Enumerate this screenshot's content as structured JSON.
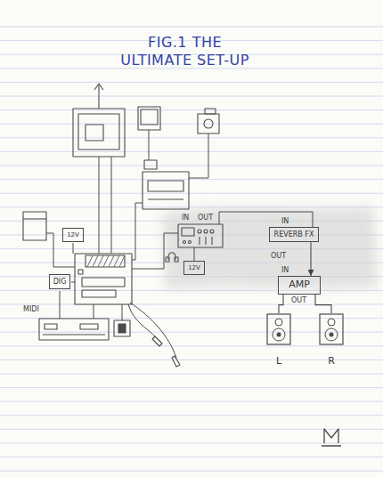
{
  "diagram": {
    "title": "FIG.1 THE ULTIMATE SET-UP",
    "nodes": [
      {
        "text": [
          "REVERB FX"
        ]
      },
      {
        "text": [
          "AMP"
        ]
      },
      {
        "text": [
          "L"
        ]
      },
      {
        "text": [
          "R"
        ]
      },
      {
        "text": [
          "DIG"
        ]
      },
      {
        "text": [
          "12V"
        ]
      },
      {
        "text": [
          "12V"
        ]
      }
    ],
    "edges": [
      {
        "from": 0,
        "to": 1,
        "arrow": "to"
      },
      {
        "from": 1,
        "to": 2,
        "arrow": "none"
      },
      {
        "from": 1,
        "to": 3,
        "arrow": "none"
      }
    ],
    "labels": [
      "IN",
      "OUT",
      "IN",
      "OUT",
      "IN",
      "OUT",
      "MIDI"
    ]
  }
}
